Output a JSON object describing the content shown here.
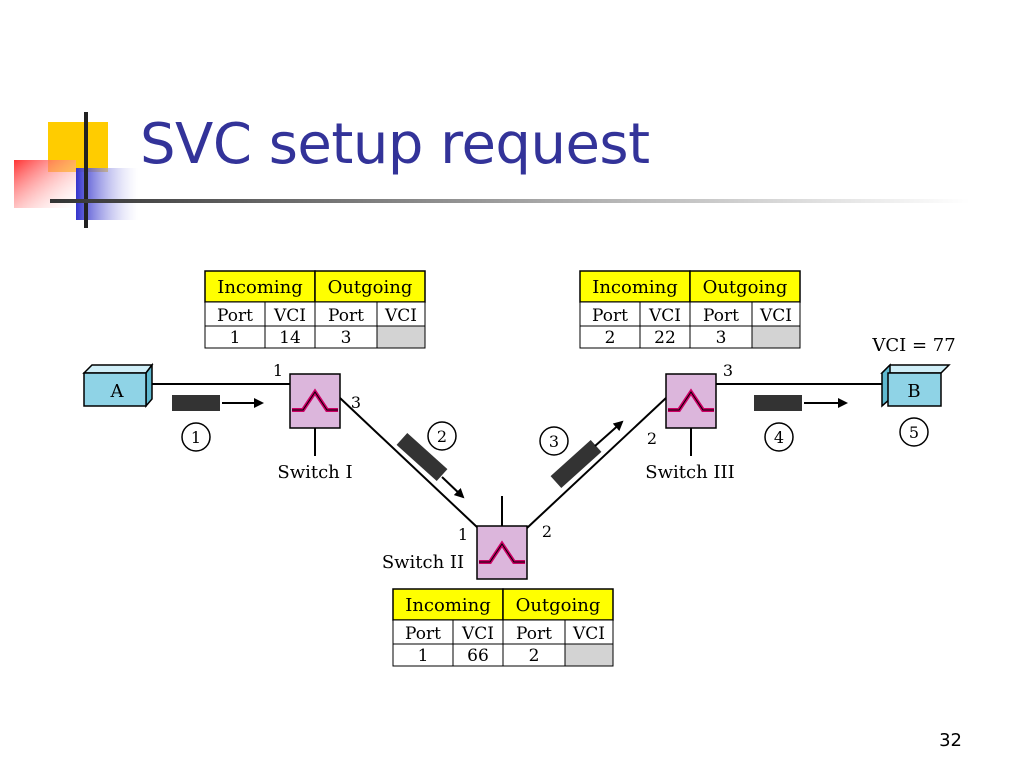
{
  "slide": {
    "title": "SVC setup request",
    "page_number": "32"
  },
  "colors": {
    "title": "#333399",
    "table_header": "#ffff00",
    "empty_cell": "#d3d3d3",
    "host_box": "#8fd3e6",
    "switch_box": "#dcb6dc",
    "switch_symbol": "#cc0066",
    "packet": "#333333"
  },
  "diagram": {
    "hosts": [
      {
        "id": "A",
        "label": "A"
      },
      {
        "id": "B",
        "label": "B"
      }
    ],
    "vci_label_b": "VCI = 77",
    "switches": [
      {
        "id": "switch-1",
        "label": "Switch I",
        "ports": [
          "1",
          "3"
        ]
      },
      {
        "id": "switch-2",
        "label": "Switch II",
        "ports": [
          "1",
          "2"
        ]
      },
      {
        "id": "switch-3",
        "label": "Switch III",
        "ports": [
          "2",
          "3"
        ]
      }
    ],
    "steps": [
      "1",
      "2",
      "3",
      "4",
      "5"
    ],
    "tables": [
      {
        "id": "switch-1-table",
        "headers": [
          "Incoming",
          "Outgoing"
        ],
        "subheaders": [
          "Port",
          "VCI",
          "Port",
          "VCI"
        ],
        "row": [
          "1",
          "14",
          "3",
          ""
        ]
      },
      {
        "id": "switch-3-table",
        "headers": [
          "Incoming",
          "Outgoing"
        ],
        "subheaders": [
          "Port",
          "VCI",
          "Port",
          "VCI"
        ],
        "row": [
          "2",
          "22",
          "3",
          ""
        ]
      },
      {
        "id": "switch-2-table",
        "headers": [
          "Incoming",
          "Outgoing"
        ],
        "subheaders": [
          "Port",
          "VCI",
          "Port",
          "VCI"
        ],
        "row": [
          "1",
          "66",
          "2",
          ""
        ]
      }
    ]
  }
}
